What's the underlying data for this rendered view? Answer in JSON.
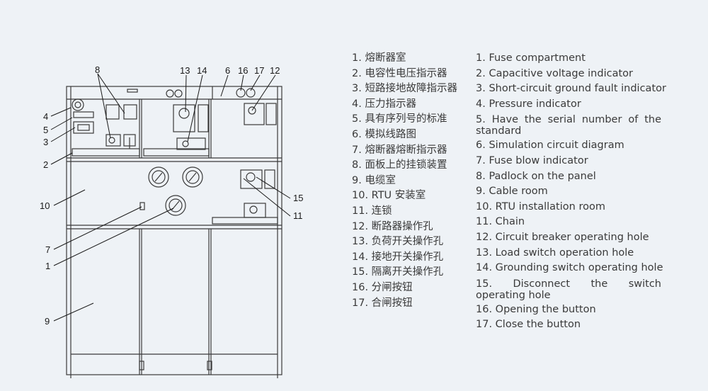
{
  "callouts": {
    "c1": "1",
    "c2": "2",
    "c3": "3",
    "c4": "4",
    "c5": "5",
    "c6": "6",
    "c7": "7",
    "c8": "8",
    "c9": "9",
    "c10": "10",
    "c11": "11",
    "c12": "12",
    "c13": "13",
    "c14": "14",
    "c15": "15",
    "c16": "16",
    "c17": "17"
  },
  "legend_cn": [
    "1. 熔断器室",
    "2. 电容性电压指示器",
    "3. 短路接地故障指示器",
    "4. 压力指示器",
    "5. 具有序列号的标准",
    "6. 模拟线路图",
    "7. 熔断器熔断指示器",
    "8. 面板上的挂锁装置",
    "9. 电缆室",
    "10. RTU 安装室",
    "11. 连锁",
    "12. 断路器操作孔",
    "13. 负荷开关操作孔",
    "14. 接地开关操作孔",
    "15. 隔离开关操作孔",
    "16. 分闸按钮",
    "17. 合闸按钮"
  ],
  "legend_en": [
    "1. Fuse compartment",
    "2. Capacitive voltage indicator",
    "3. Short-circuit ground fault indicator",
    "4. Pressure indicator",
    "5. Have the serial number of the standard",
    "6. Simulation circuit diagram",
    "7. Fuse blow indicator",
    "8. Padlock on the panel",
    "9. Cable room",
    "10. RTU installation room",
    "11. Chain",
    "12. Circuit breaker operating hole",
    "13. Load switch operation hole",
    "14. Grounding switch operating hole",
    "15. Disconnect the switch operating hole",
    "16. Opening the button",
    "17. Close the button"
  ],
  "colors": {
    "background": "#eef2f6",
    "line": "#3a3a3a",
    "text": "#3a3a3a"
  }
}
